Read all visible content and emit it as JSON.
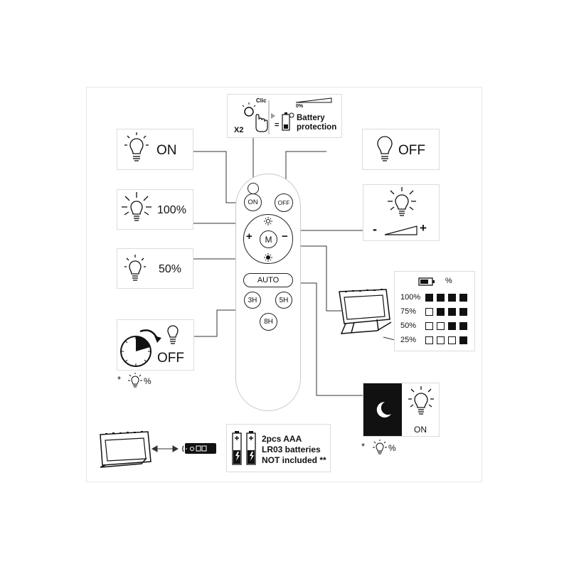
{
  "top_box": {
    "click": "Clic",
    "times": "X2",
    "equals": "=",
    "zero_percent": "0%",
    "title_line1": "Battery",
    "title_line2": "protection"
  },
  "on_box": {
    "label": "ON"
  },
  "off_box": {
    "label": "OFF"
  },
  "full_box": {
    "label": "100%"
  },
  "half_box": {
    "label": "50%"
  },
  "dim_box": {
    "minus": "-",
    "plus": "+"
  },
  "timer_box": {
    "label": "OFF",
    "note": "*",
    "note_pct": "%"
  },
  "remote": {
    "on": "ON",
    "off": "OFF",
    "mode": "M",
    "plus": "+",
    "minus": "−",
    "auto": "AUTO",
    "h3": "3H",
    "h5": "5H",
    "h8": "8H"
  },
  "battery_table": {
    "header_pct": "%",
    "rows": [
      {
        "label": "100%",
        "filled": 4
      },
      {
        "label": "75%",
        "filled": 3
      },
      {
        "label": "50%",
        "filled": 2
      },
      {
        "label": "25%",
        "filled": 1
      }
    ]
  },
  "night_box": {
    "label": "ON",
    "note": "*",
    "note_pct": "%"
  },
  "battery_note": {
    "line1": "2pcs AAA",
    "line2": "LR03 batteries",
    "line3": "NOT included **"
  },
  "colors": {
    "ink": "#111111",
    "border": "#dcdcdc",
    "night": "#111111"
  }
}
